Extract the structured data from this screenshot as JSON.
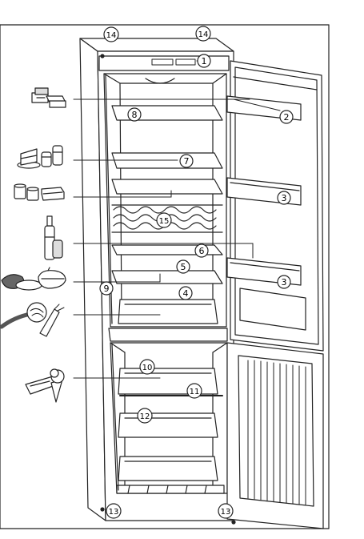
{
  "callouts": [
    {
      "id": "c1",
      "label": "1"
    },
    {
      "id": "c2",
      "label": "2"
    },
    {
      "id": "c3a",
      "label": "3"
    },
    {
      "id": "c3b",
      "label": "3"
    },
    {
      "id": "c4",
      "label": "4"
    },
    {
      "id": "c5",
      "label": "5"
    },
    {
      "id": "c6",
      "label": "6"
    },
    {
      "id": "c7",
      "label": "7"
    },
    {
      "id": "c8",
      "label": "8"
    },
    {
      "id": "c9",
      "label": "9"
    },
    {
      "id": "c10",
      "label": "10"
    },
    {
      "id": "c11",
      "label": "11"
    },
    {
      "id": "c12",
      "label": "12"
    },
    {
      "id": "c13a",
      "label": "13"
    },
    {
      "id": "c13b",
      "label": "13"
    },
    {
      "id": "c14a",
      "label": "14"
    },
    {
      "id": "c14b",
      "label": "14"
    },
    {
      "id": "c15",
      "label": "15"
    }
  ],
  "food_icons": [
    {
      "name": "butter-cheese-icon"
    },
    {
      "name": "cakes-canned-food-icon"
    },
    {
      "name": "dairy-cups-icon"
    },
    {
      "name": "bottles-icon"
    },
    {
      "name": "meat-cooked-dish-icon"
    },
    {
      "name": "vegetables-icon"
    },
    {
      "name": "frozen-food-icon"
    }
  ]
}
